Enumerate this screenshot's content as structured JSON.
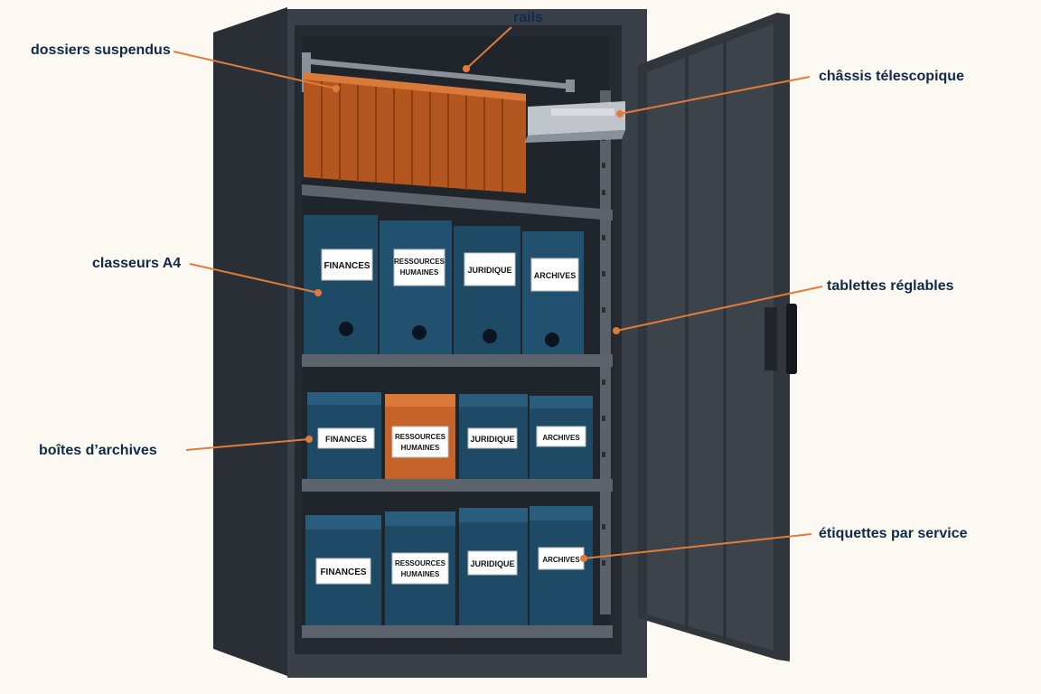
{
  "callouts": {
    "rails": "rails",
    "dossiers": "dossiers suspendus",
    "chassis": "châssis télescopique",
    "classeurs": "classeurs A4",
    "tablettes": "tablettes réglables",
    "boites": "boîtes d’archives",
    "etiquettes": "étiquettes par service"
  },
  "labels": {
    "finances": "FINANCES",
    "rh_line1": "RESSOURCES",
    "rh_line2": "HUMAINES",
    "juridique": "JURIDIQUE",
    "archives": "ARCHIVES"
  },
  "colors": {
    "cabinet": "#3a4048",
    "interior": "#252a31",
    "box_blue": "#1f4a66",
    "folder_orange": "#c4642a",
    "callout_line": "#e07b3a",
    "callout_text": "#0f2a4a",
    "background": "#fbf9f1"
  }
}
